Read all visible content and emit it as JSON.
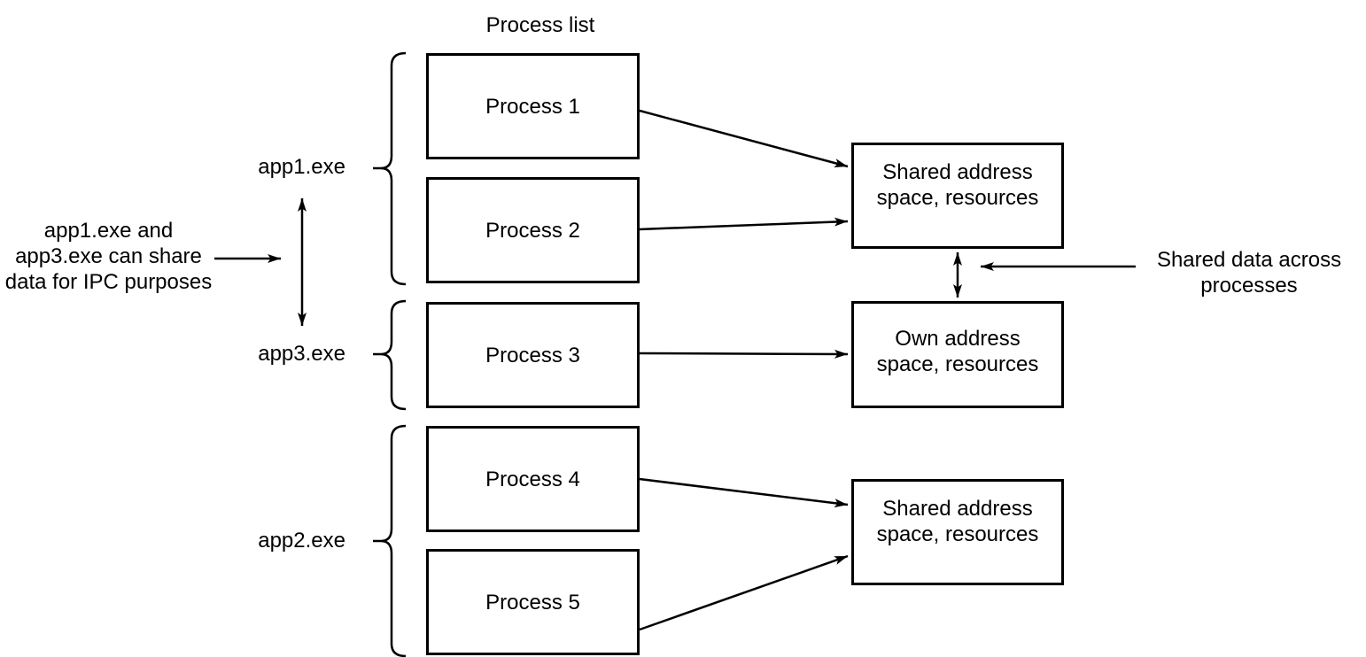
{
  "title": "Process list",
  "colors": {
    "stroke": "#000000",
    "text": "#000000",
    "background": "#ffffff"
  },
  "process_list": {
    "boxes": [
      {
        "label": "Process 1"
      },
      {
        "label": "Process 2"
      },
      {
        "label": "Process 3"
      },
      {
        "label": "Process 4"
      },
      {
        "label": "Process 5"
      }
    ]
  },
  "groups": {
    "app1": {
      "label": "app1.exe"
    },
    "app3": {
      "label": "app3.exe"
    },
    "app2": {
      "label": "app2.exe"
    }
  },
  "address_boxes": {
    "shared_top": {
      "lines": [
        "Shared address",
        "space, resources"
      ]
    },
    "own": {
      "lines": [
        "Own address",
        "space, resources"
      ]
    },
    "shared_bottom": {
      "lines": [
        "Shared address",
        "space, resources"
      ]
    }
  },
  "annotations": {
    "ipc_note": {
      "lines": [
        "app1.exe and",
        "app3.exe can share",
        "data for IPC purposes"
      ]
    },
    "shared_data_note": {
      "lines": [
        "Shared data across",
        "processes"
      ]
    }
  }
}
